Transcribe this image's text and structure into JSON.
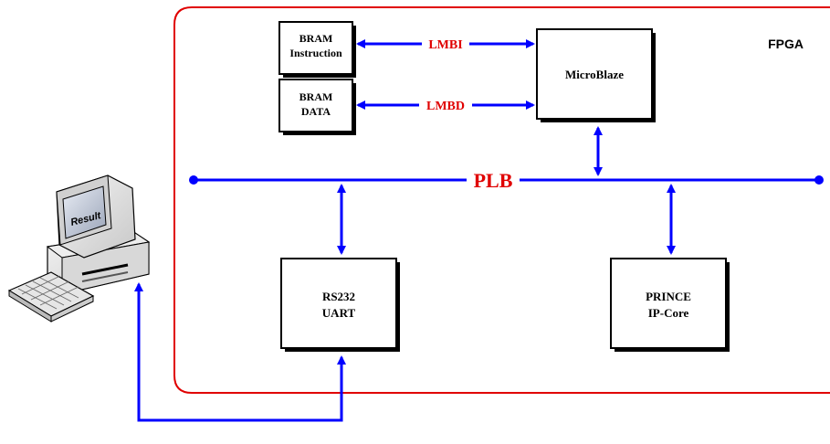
{
  "fpga": {
    "label": "FPGA",
    "border_color": "#e00000"
  },
  "blocks": {
    "bram_instruction": {
      "line1": "BRAM",
      "line2": "Instruction"
    },
    "bram_data": {
      "line1": "BRAM",
      "line2": "DATA"
    },
    "microblaze": {
      "label": "MicroBlaze"
    },
    "rs232_uart": {
      "line1": "RS232",
      "line2": "UART"
    },
    "prince_ip_core": {
      "line1": "PRINCE",
      "line2": "IP-Core"
    }
  },
  "buses": {
    "lmbi": "LMBI",
    "lmbd": "LMBD",
    "plb": "PLB",
    "color": "#0000ff",
    "label_color": "#e00000"
  },
  "computer": {
    "screen_text": "Result"
  }
}
